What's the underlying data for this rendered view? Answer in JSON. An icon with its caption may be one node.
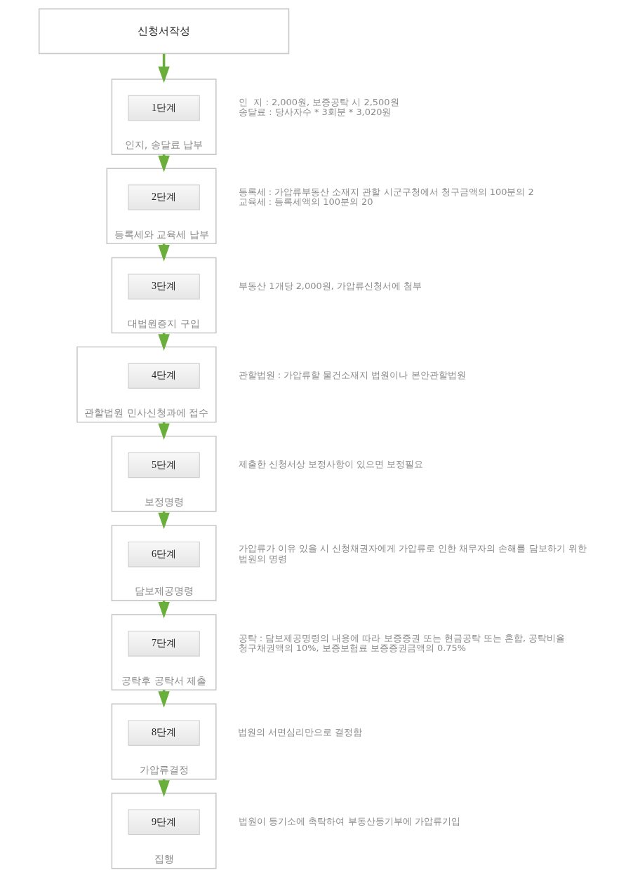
{
  "diagram": {
    "nodes": [
      {
        "text": [
          "신청서작성"
        ]
      },
      {
        "text": [
          "인지, 송달료 납부"
        ],
        "beside": [
          "인  지 : 2,000원, 보증공탁 시 2,500원",
          "송달료 : 당사자수 * 3회분 * 3,020원"
        ]
      },
      {
        "text": [
          "1단계"
        ],
        "in": 1
      },
      {
        "text": [
          "등록세와 교육세 납부"
        ],
        "beside": [
          "등록세 : 가압류부동산 소재지 관할 시군구청에서 청구금액의 100분의 2",
          "교육세 : 등록세액의 100분의 20"
        ]
      },
      {
        "text": [
          "2단계"
        ],
        "in": 3
      },
      {
        "text": [
          "대법원증지 구입"
        ],
        "beside": [
          "부동산 1개당 2,000원, 가압류신청서에 첨부"
        ]
      },
      {
        "text": [
          "3단계"
        ],
        "in": 5
      },
      {
        "text": [
          "관할법원 민사신청과에 접수"
        ],
        "beside": [
          "관할법원 : 가압류할 물건소재지 법원이나 본안관할법원"
        ]
      },
      {
        "text": [
          "4단계"
        ],
        "in": 7
      },
      {
        "text": [
          "보정명령"
        ],
        "beside": [
          "제출한 신청서상 보정사항이 있으면 보정필요"
        ]
      },
      {
        "text": [
          "5단계"
        ],
        "in": 9
      },
      {
        "text": [
          "담보제공명령"
        ],
        "beside": [
          "가압류가 이유 있을 시 신청채권자에게 가압류로 인한 채무자의 손해를 담보하기 위한 법원의 명령"
        ]
      },
      {
        "text": [
          "6단계"
        ],
        "in": 11
      },
      {
        "text": [
          "공탁후 공탁서 제출"
        ],
        "beside": [
          "공탁 : 담보제공명령의 내용에 따라 보증증권 또는 현금공탁 또는 혼합, 공탁비율 청구채권액의 10%, 보증보험료 보증증권금액의 0.75%"
        ]
      },
      {
        "text": [
          "7단계"
        ],
        "in": 13
      },
      {
        "text": [
          "가압류결정"
        ],
        "beside": [
          "법원의 서면심리만으로 결정함"
        ]
      },
      {
        "text": [
          "8단계"
        ],
        "in": 15
      },
      {
        "text": [
          "집행"
        ],
        "beside": [
          "법원이 등기소에 촉탁하여 부동산등기부에 가압류기입"
        ]
      },
      {
        "text": [
          "9단계"
        ],
        "in": 17
      }
    ],
    "edges": [
      {
        "from": 0,
        "to": 1,
        "arrow": "to"
      },
      {
        "from": 1,
        "to": 3,
        "arrow": "to"
      },
      {
        "from": 3,
        "to": 5,
        "arrow": "to"
      },
      {
        "from": 5,
        "to": 7,
        "arrow": "to"
      },
      {
        "from": 7,
        "to": 9,
        "arrow": "to"
      },
      {
        "from": 9,
        "to": 11,
        "arrow": "to"
      },
      {
        "from": 11,
        "to": 13,
        "arrow": "to"
      },
      {
        "from": 13,
        "to": 15,
        "arrow": "to"
      },
      {
        "from": 15,
        "to": 17,
        "arrow": "to"
      }
    ]
  }
}
